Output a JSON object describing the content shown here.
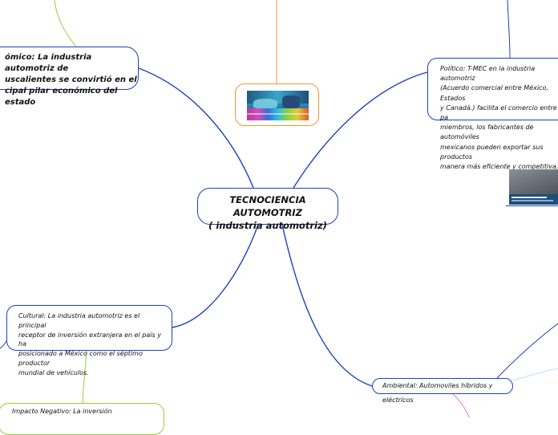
{
  "central_topic": "TECNOCIENCIA AUTOMOTRIZ\n( industria automotriz)",
  "branches": {
    "economic": "ómico: La industria automotriz de\nuscalientes se convirtió en el\ncipal pilar económico del estado",
    "politico": "Político: T-MEC en la industria automotriz\n(Acuerdo comercial entre México, Estados\ny Canadá.) facilita el comercio entre los pa\nmiembros, los fabricantes de automóviles\nmexicanos pueden exportar sus productos\nmanera más eficiente y competitiva.",
    "cultural": "Cultural: La industria automotriz es el principal\nreceptor de inversión extranjera en el país y ha\nposicionado a México como el séptimo productor\nmundial de vehículos.",
    "ambiental": "Ambiental: Automoviles híbridos y eléctricos",
    "impacto": "Impacto Negativo: La inversión"
  },
  "colors": {
    "branch_line": "#1f3fbf",
    "image_frame": "#f09a2a",
    "green_line": "#9ccc3a",
    "pink_line": "#e07ad8",
    "ice_line": "#bcdcff"
  }
}
